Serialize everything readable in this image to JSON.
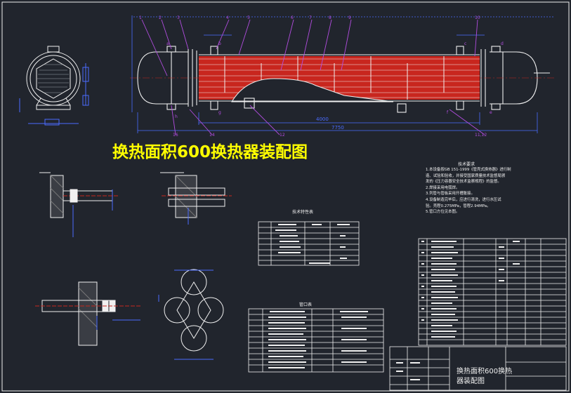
{
  "title": "换热面积600换热器装配图",
  "technical_requirements": {
    "heading": "技术要求",
    "lines": [
      "1.本设备按GB 151-1999《管壳式换热器》进行制",
      "造、试验和验收，并接受国家质量技术监督局颁",
      "发的《压力容器安全技术监察规程》的监督。",
      "2.焊接采用电弧焊。",
      "3.列管与管板采用开槽胀接。",
      "4.设备制造完毕后，应进行清洗，进行水压试",
      "验。壳程0.275MPa，管程2.94MPa。",
      "5.管口方位见本图。"
    ]
  },
  "tech_char_table_title": "技术特性表",
  "nozzle_table_title": "管口表",
  "title_block_text": [
    "换热面积600换热",
    "器装配图"
  ],
  "dimensions": {
    "shell_length_a": "4000",
    "shell_length_b": "7750"
  },
  "part_labels": [
    "1",
    "2",
    "3",
    "4",
    "5",
    "6",
    "7",
    "8",
    "9",
    "10",
    "11,12",
    "12",
    "14",
    "15",
    "16"
  ],
  "nozzle_letters": [
    "a",
    "b",
    "c",
    "d",
    "e",
    "f",
    "g",
    "h"
  ],
  "colors": {
    "background": "#21252d",
    "line": "#f0f0f0",
    "accent_tube": "#c8261e",
    "leader": "#b24de0",
    "title": "#ffff00",
    "dimension": "#4a6cff"
  }
}
